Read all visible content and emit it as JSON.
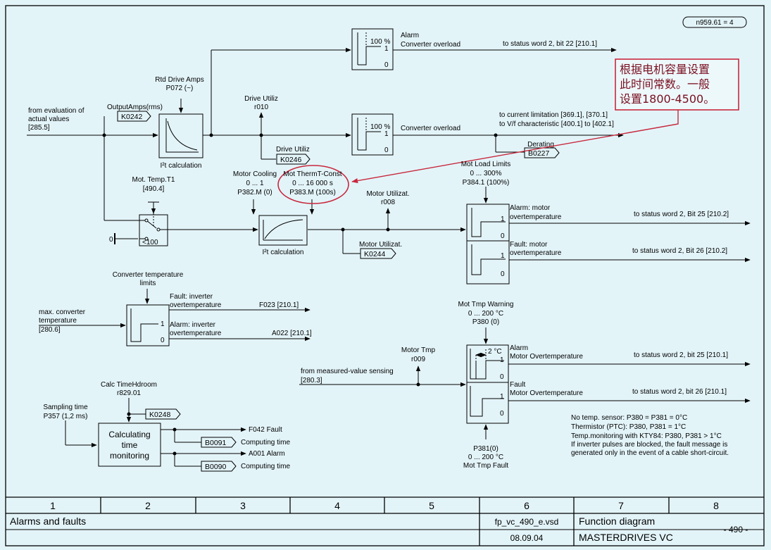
{
  "header": {
    "page_id": "n959.61 = 4"
  },
  "annotation": {
    "lines": [
      "根据电机容量设置",
      "此时间常数。一般",
      "设置1800-4500。"
    ]
  },
  "inputs": {
    "actual_values": [
      "from evaluation of",
      "actual values",
      "[285.5]"
    ],
    "max_converter_temp": [
      "max. converter",
      "temperature",
      "[280.6]"
    ],
    "measured_value_sensing": [
      "from measured-value sensing",
      "[280.3]"
    ]
  },
  "connectors": {
    "output_amps_label": "OutputAmps(rms)",
    "output_amps": "K0242",
    "drive_utiliz_k": "K0246",
    "derating": "B0227",
    "motor_utiliz_k": "K0244",
    "calc_time_k": "K0248",
    "computing_time_1": "B0091",
    "computing_time_2": "B0090"
  },
  "params": {
    "rtd_drive_amps": [
      "Rtd Drive Amps",
      "P072 (~)"
    ],
    "drive_utiliz_top": [
      "Drive Utiliz",
      "r010"
    ],
    "drive_utiliz_label": "Drive Utiliz",
    "mot_temp_t1": [
      "Mot. Temp.T1",
      "[490.4]"
    ],
    "motor_cooling": [
      "Motor Cooling",
      "0 ... 1",
      "P382.M (0)"
    ],
    "mot_therm_const": [
      "Mot ThermT-Const",
      "0 ... 16 000 s",
      "P383.M (100s)"
    ],
    "motor_utilizat_top": [
      "Motor Utilizat.",
      "r008"
    ],
    "motor_utilizat_label": "Motor Utilizat.",
    "mot_load_limits": [
      "Mot Load Limits",
      "0 ... 300%",
      "P384.1 (100%)"
    ],
    "derating_label": "Derating",
    "conv_temp_limits": [
      "Converter temperature",
      "limits"
    ],
    "mot_tmp_warning": [
      "Mot Tmp Warning",
      "0 ... 200 °C",
      "P380 (0)"
    ],
    "motor_tmp": [
      "Motor Tmp",
      "r009"
    ],
    "mot_tmp_fault": [
      "P381(0)",
      "0 ... 200 °C",
      "Mot Tmp Fault"
    ],
    "calc_time_hdroom": [
      "Calc TimeHdroom",
      "r829.01"
    ],
    "sampling_time": [
      "Sampling time",
      "P357 (1,2 ms)"
    ]
  },
  "blocks": {
    "i2t_calc_1": "I²t calculation",
    "i2t_calc_2": "I²t calculation",
    "calc_time": [
      "Calculating",
      "time",
      "monitoring"
    ]
  },
  "switch": {
    "zero": "0",
    "lt100": "<100"
  },
  "thresholds": {
    "pct100": "100 %",
    "pct100b": "100 %",
    "one": "1",
    "zero": "0",
    "two_deg": "2 °C"
  },
  "outputs": {
    "alarm_conv_overload": [
      "Alarm",
      "Converter overload"
    ],
    "status_word_22": "to status word 2, bit 22 [210.1]",
    "conv_overload": "Converter overload",
    "current_limitation": [
      "to current limitation [369.1], [370.1]",
      "to V/f characteristic [400.1] to [402.1]"
    ],
    "alarm_motor_ot": [
      "Alarm: motor",
      "overtemperature"
    ],
    "status_word_25a": "to status word 2, Bit 25 [210.2]",
    "fault_motor_ot": [
      "Fault: motor",
      "overtemperature"
    ],
    "status_word_26a": "to status word 2, Bit 26  [210.2]",
    "fault_inverter_ot": [
      "Fault: inverter",
      "overtemperature"
    ],
    "f023": "F023 [210.1]",
    "alarm_inverter_ot": [
      "Alarm: inverter",
      "overtemperature"
    ],
    "a022": "A022 [210.1]",
    "alarm_motor_ot2": [
      "Alarm",
      "Motor Overtemperature"
    ],
    "status_word_25b": "to status word 2, bit 25 [210.1]",
    "fault_motor_ot2": [
      "Fault",
      "Motor Overtemperature"
    ],
    "status_word_26b": "to status word 2, bit 26  [210.1]",
    "f042": "F042 Fault",
    "computing_time_1": "Computing time",
    "a001": "A001 Alarm",
    "computing_time_2": "Computing time"
  },
  "notes": [
    "No temp. sensor: P380 = P381 = 0°C",
    "Thermistor (PTC): P380, P381 = 1°C",
    "Temp.monitoring with KTY84: P380, P381 > 1°C",
    "If inverter pulses are blocked, the fault message is",
    "generated only in the event of a cable short-circuit."
  ],
  "footer": {
    "columns": [
      "1",
      "2",
      "3",
      "4",
      "5",
      "6",
      "7",
      "8"
    ],
    "title": "Alarms and faults",
    "file": "fp_vc_490_e.vsd",
    "date": "08.09.04",
    "type": "Function diagram",
    "product": "MASTERDRIVES VC",
    "page": "- 490 -"
  },
  "colors": {
    "background": "#e3f4f9",
    "annotation": "#c8283c",
    "ink": "#000000"
  }
}
